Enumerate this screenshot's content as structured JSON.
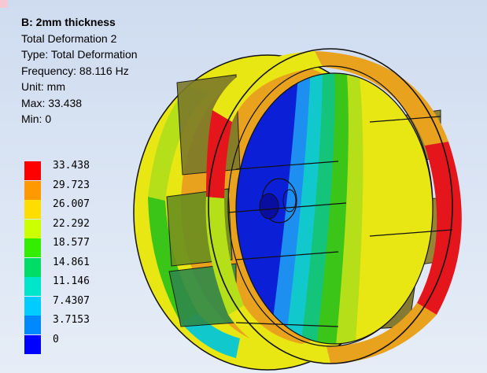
{
  "info": {
    "title": "B: 2mm thickness",
    "line1": "Total Deformation 2",
    "line2": "Type: Total Deformation",
    "line3": "Frequency: 88.116 Hz",
    "line4": "Unit: mm",
    "line5": "Max: 33.438",
    "line6": "Min: 0"
  },
  "legend": {
    "values": [
      "33.438",
      "29.723",
      "26.007",
      "22.292",
      "18.577",
      "14.861",
      "11.146",
      "7.4307",
      "3.7153",
      "0"
    ],
    "colors": [
      "#ff0000",
      "#ff9900",
      "#ffdd00",
      "#ccff00",
      "#33ee00",
      "#00dd66",
      "#00e6cc",
      "#00ccff",
      "#0088ff",
      "#0000ff"
    ]
  },
  "model": {
    "colors": {
      "red": "#e5161b",
      "orange": "#e9a21d",
      "yellow": "#e8e613",
      "lime": "#b5df18",
      "green": "#3ac518",
      "teal": "#14c47a",
      "cyan": "#11c9cd",
      "lightblue": "#1d8ff0",
      "blue": "#0b1fd6",
      "darkblue": "#0a0ea0",
      "olive": "#7c7a2a",
      "outline": "#111111"
    }
  }
}
